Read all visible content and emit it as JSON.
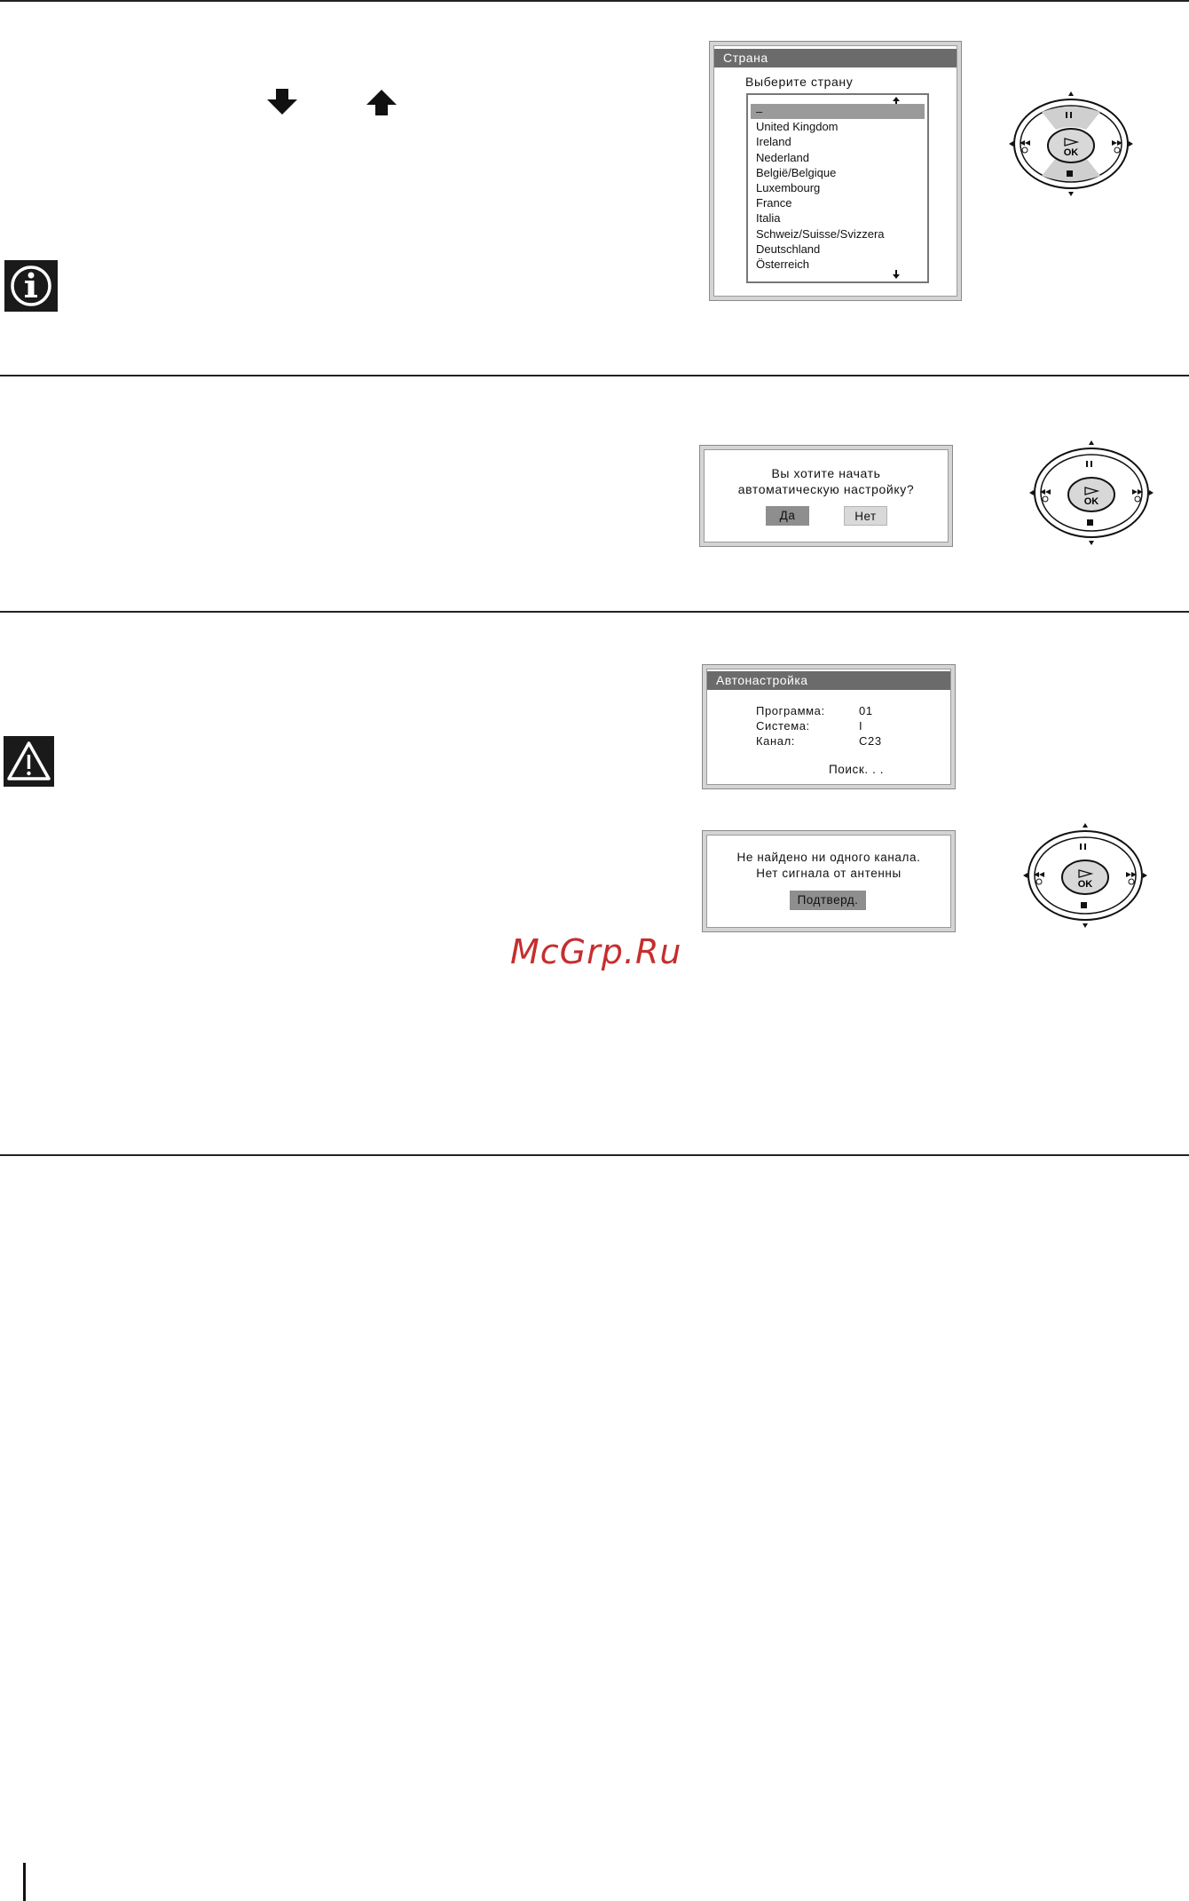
{
  "step1": {
    "screen_title": "Страна",
    "prompt": "Выберите страну",
    "countries": [
      "–",
      "United Kingdom",
      "Ireland",
      "Nederland",
      "België/Belgique",
      "Luxembourg",
      "France",
      "Italia",
      "Schweiz/Suisse/Svizzera",
      "Deutschland",
      "Österreich"
    ],
    "selected_index": 0
  },
  "step2": {
    "question_line1": "Вы хотите начать",
    "question_line2": "автоматическую настройку?",
    "yes_label": "Да",
    "no_label": "Нет"
  },
  "step3": {
    "screen_title": "Автонастройка",
    "program_label": "Программа:",
    "program_value": "01",
    "system_label": "Система:",
    "system_value": "I",
    "channel_label": "Канал:",
    "channel_value": "C23",
    "searching": "Поиск. . ."
  },
  "step4": {
    "message_line1": "Не найдено ни одного канала.",
    "message_line2": "Нет сигнала от антенны",
    "confirm_label": "Подтверд."
  },
  "remote": {
    "ok_label": "OK"
  },
  "watermark": "McGrp.Ru"
}
